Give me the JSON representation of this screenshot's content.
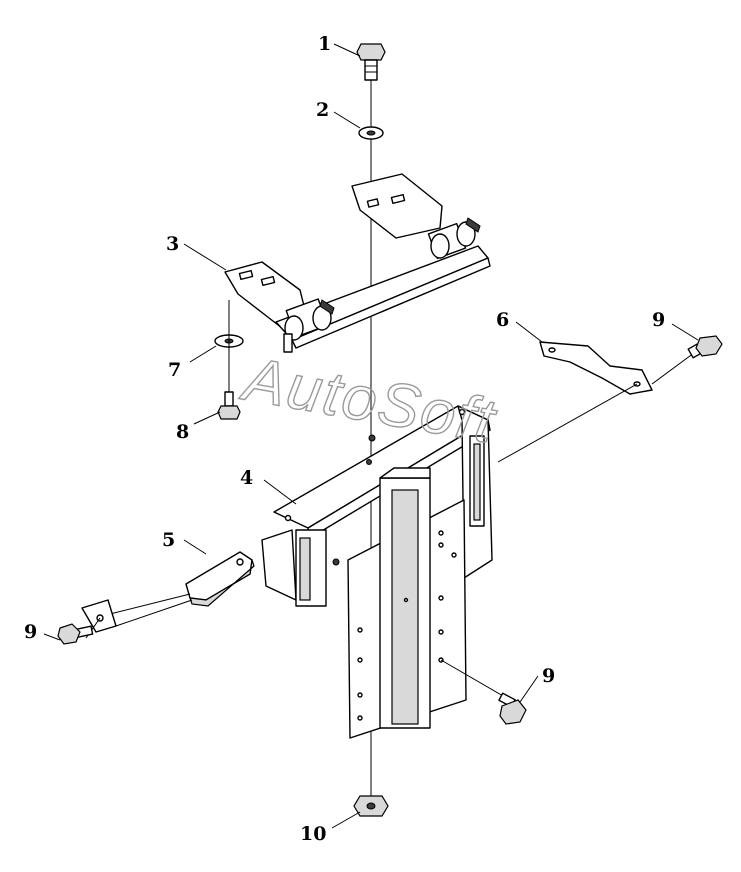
{
  "watermark": "AutoSoft",
  "callouts": {
    "c1": "1",
    "c2": "2",
    "c3": "3",
    "c4": "4",
    "c5": "5",
    "c6": "6",
    "c7": "7",
    "c8": "8",
    "c9a": "9",
    "c9b": "9",
    "c9c": "9",
    "c10": "10"
  },
  "colors": {
    "line": "#000000",
    "shade": "#d9d9d9",
    "watermark": "#9a9a9a"
  }
}
